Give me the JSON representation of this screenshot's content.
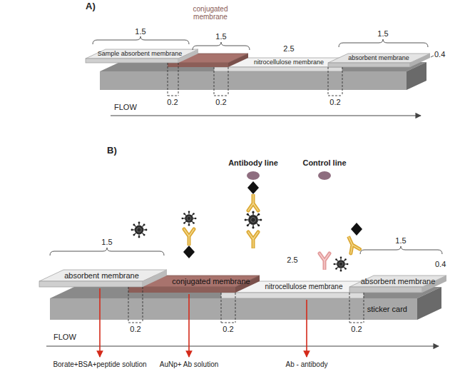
{
  "diagram": {
    "nodes": [
      {
        "text": [
          "Sample absorbent membrane"
        ]
      },
      {
        "text": [
          "conjugated membrane"
        ]
      },
      {
        "text": [
          "nitrocellulose membrane"
        ]
      },
      {
        "text": [
          "absorbent membrane"
        ]
      },
      {
        "text": [
          "absorbent membrane"
        ]
      },
      {
        "text": [
          "conjugated membrane"
        ]
      },
      {
        "text": [
          "nitrocellulose membrane"
        ]
      },
      {
        "text": [
          "absorbent membrane"
        ]
      },
      {
        "text": [
          "sticker card"
        ]
      }
    ],
    "labels": [
      "A)",
      "1.5",
      "1.5",
      "2.5",
      "1.5",
      "0.4",
      "0.2",
      "0.2",
      "0.2",
      "FLOW",
      "B)",
      "Antibody line",
      "Control line",
      "1.5",
      "2.5",
      "1.5",
      "0.4",
      "0.2",
      "0.2",
      "0.2",
      "FLOW",
      "Borate+BSA+peptide solution",
      "AuNp+ Ab solution",
      "Ab - antibody"
    ]
  }
}
